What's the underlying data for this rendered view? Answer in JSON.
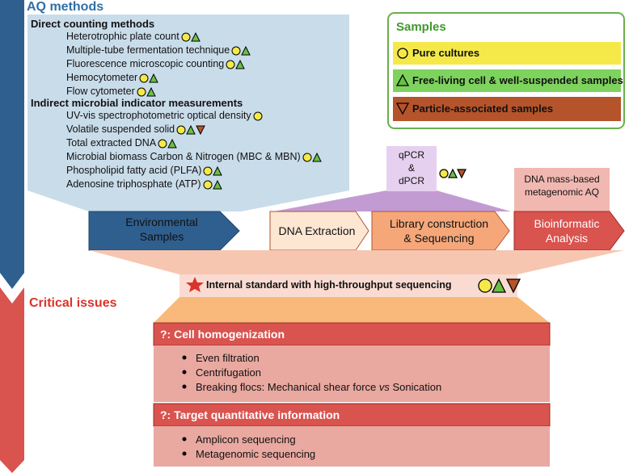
{
  "colors": {
    "blue_arrow": "#2f5f8f",
    "red_arrow": "#d9534f",
    "methods_panel": "#c9dcea",
    "samples_border": "#6ab04c",
    "yellow": "#f5e94a",
    "green": "#6abf45",
    "orange_brown": "#b5532a",
    "purple": "#c39bd3",
    "peach": "#f7c6b1",
    "issue_header": "#d9534f",
    "issue_body": "#e9a8a0"
  },
  "aq_methods": {
    "title": "AQ methods",
    "direct_heading": "Direct counting methods",
    "direct_items": [
      {
        "label": "Heterotrophic plate count",
        "symbols": [
          "circle",
          "triangle"
        ]
      },
      {
        "label": "Multiple-tube fermentation technique",
        "symbols": [
          "circle",
          "triangle"
        ]
      },
      {
        "label": "Fluorescence microscopic counting",
        "symbols": [
          "circle",
          "triangle"
        ]
      },
      {
        "label": "Hemocytometer",
        "symbols": [
          "circle",
          "triangle"
        ]
      },
      {
        "label": "Flow cytometer",
        "symbols": [
          "circle",
          "triangle"
        ]
      }
    ],
    "indirect_heading": "Indirect microbial indicator measurements",
    "indirect_items": [
      {
        "label": "UV-vis spectrophotometric optical density",
        "symbols": [
          "circle"
        ]
      },
      {
        "label": "Volatile suspended solid",
        "symbols": [
          "circle",
          "triangle",
          "down-triangle"
        ]
      },
      {
        "label": "Total extracted DNA",
        "symbols": [
          "circle",
          "triangle"
        ]
      },
      {
        "label": "Microbial biomass Carbon & Nitrogen (MBC & MBN)",
        "symbols": [
          "circle",
          "triangle"
        ]
      },
      {
        "label": "Phospholipid fatty acid (PLFA)",
        "symbols": [
          "circle",
          "triangle"
        ]
      },
      {
        "label": "Adenosine triphosphate (ATP)",
        "symbols": [
          "circle",
          "triangle"
        ]
      }
    ]
  },
  "samples": {
    "title": "Samples",
    "items": [
      {
        "label": "Pure cultures",
        "symbol": "circle"
      },
      {
        "label": "Free-living cell & well-suspended samples",
        "symbol": "triangle"
      },
      {
        "label": "Particle-associated samples",
        "symbol": "down-triangle"
      }
    ]
  },
  "pipeline": {
    "environmental_samples": "Environmental\nSamples",
    "dna_extraction": "DNA Extraction",
    "library": "Library construction\n& Sequencing",
    "bioinformatic": "Bioinformatic\nAnalysis",
    "qpcr": "qPCR\n&\ndPCR",
    "qpcr_symbols": [
      "circle",
      "triangle",
      "down-triangle"
    ],
    "dna_mass": "DNA mass-based\nmetagenomic AQ"
  },
  "internal_standard": {
    "label": "Internal standard with high-throughput sequencing",
    "icon": "star-icon",
    "symbols": [
      "circle",
      "triangle",
      "down-triangle"
    ]
  },
  "critical": {
    "title": "Critical issues",
    "issues": [
      {
        "header": "?: Cell homogenization",
        "bullets": [
          "Even filtration",
          "Centrifugation"
        ],
        "last_prefix": "Breaking flocs: Mechanical shear force ",
        "last_em": "vs",
        "last_suffix": " Sonication"
      },
      {
        "header": "?: Target quantitative information",
        "bullets": [
          "Amplicon sequencing",
          "Metagenomic sequencing"
        ]
      }
    ]
  }
}
